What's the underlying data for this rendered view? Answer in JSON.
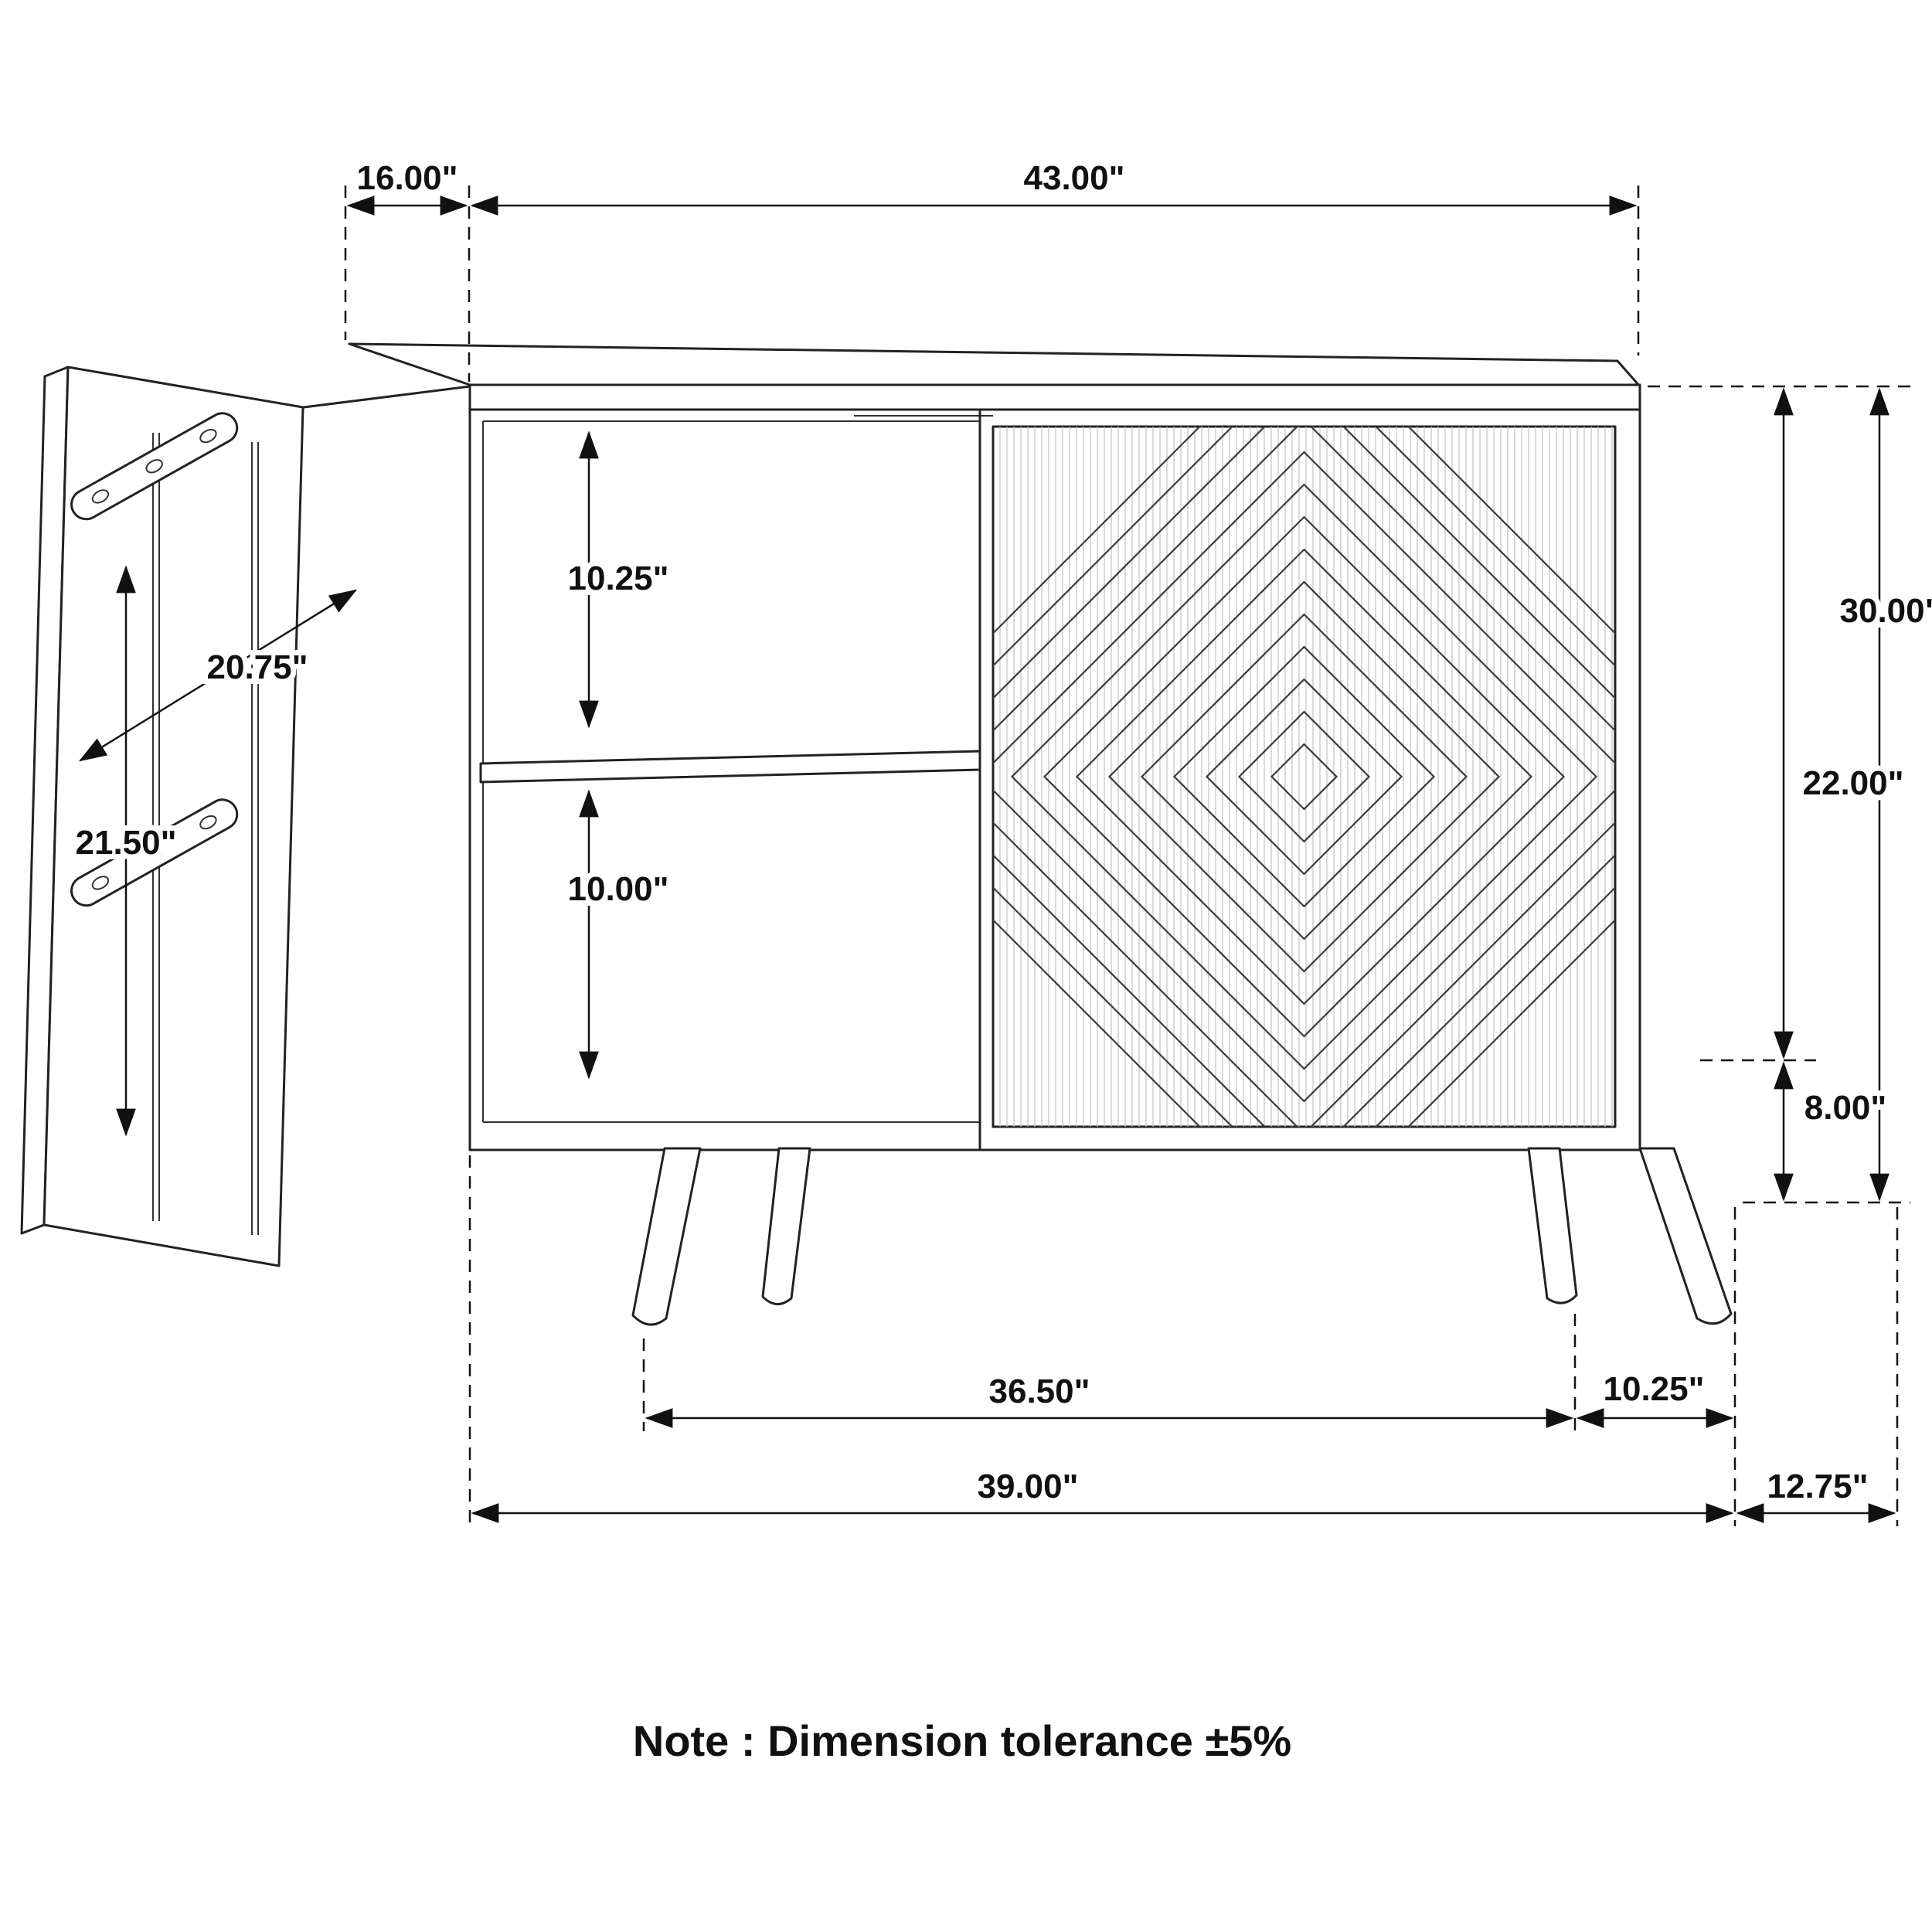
{
  "title": "accent-cabinet-dimension-diagram",
  "dims": {
    "top_depth": "16.00\"",
    "top_width": "43.00\"",
    "upper_compartment": "10.25\"",
    "door_width": "20.75\"",
    "door_height": "21.50\"",
    "lower_compartment": "10.00\"",
    "overall_height": "30.00\"",
    "body_height": "22.00\"",
    "leg_height": "8.00\"",
    "inner_leg_span": "36.50\"",
    "leg_side_offset": "10.25\"",
    "base_width": "39.00\"",
    "base_depth": "12.75\""
  },
  "note": {
    "text": "Note : Dimension tolerance ±5%"
  }
}
